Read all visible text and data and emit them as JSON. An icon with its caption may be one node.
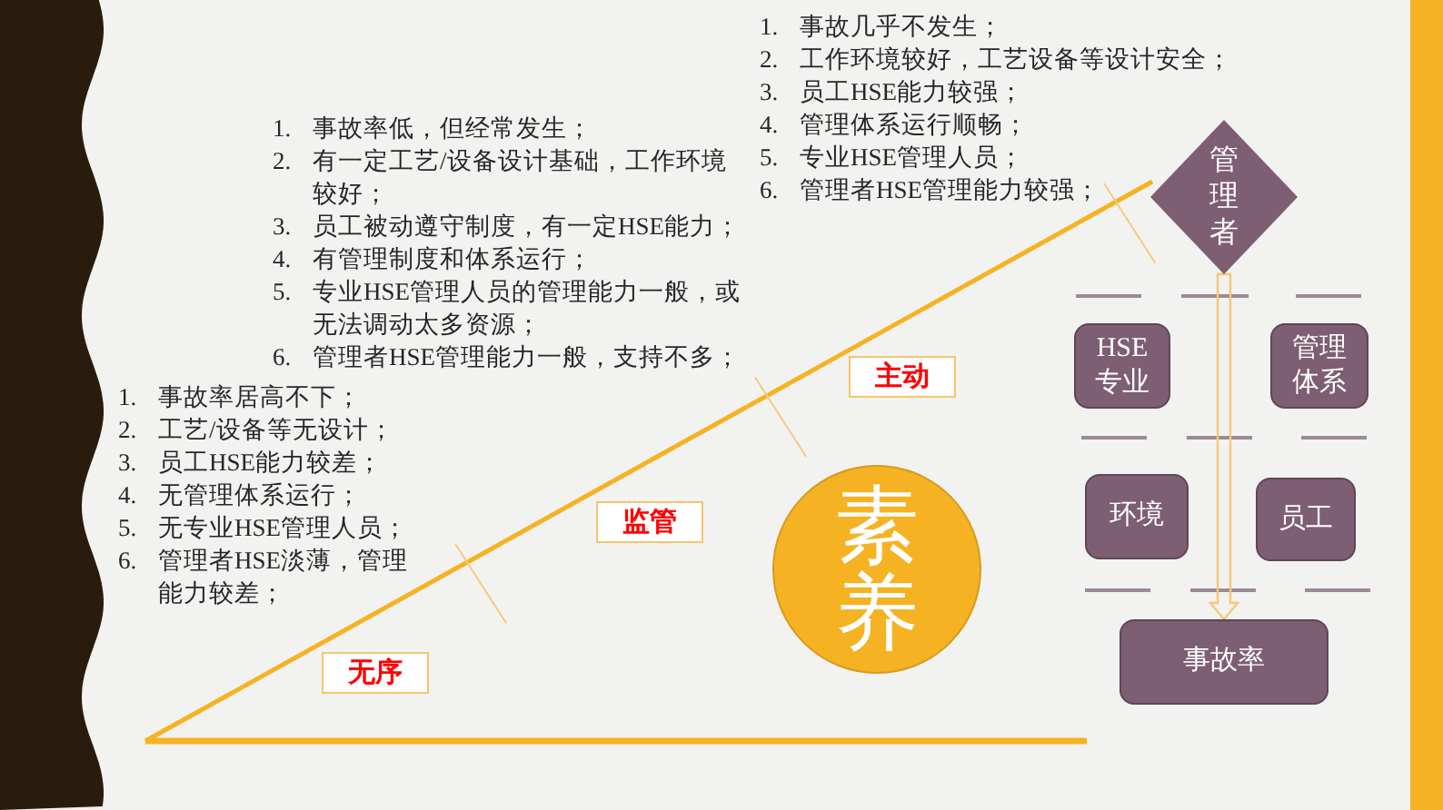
{
  "diagram": {
    "nodes": [
      {
        "text": [
          "主动"
        ]
      },
      {
        "text": [
          "监管"
        ]
      },
      {
        "text": [
          "无序"
        ]
      },
      {
        "text": [
          "素养"
        ]
      },
      {
        "text": [
          "管理者"
        ]
      },
      {
        "text": [
          "HSE专业"
        ]
      },
      {
        "text": [
          "管理体系"
        ]
      },
      {
        "text": [
          "环境"
        ]
      },
      {
        "text": [
          "员工"
        ]
      },
      {
        "text": [
          "事故率"
        ]
      }
    ],
    "edges": [
      {
        "from": 4,
        "to": 9,
        "arrow": "to"
      }
    ],
    "labels": [
      "1. 事故几乎不发生；",
      "2. 工作环境较好，工艺设备等设计安全；",
      "3. 员工HSE能力较强；",
      "4. 管理体系运行顺畅；",
      "5. 专业HSE管理人员；",
      "6. 管理者HSE管理能力较强；",
      "1. 事故率低，但经常发生；",
      "2. 有一定工艺/设备设计基础，工作环境较好；",
      "3. 员工被动遵守制度，有一定HSE能力；",
      "4. 有管理制度和体系运行；",
      "5. 专业HSE管理人员的管理能力一般，或无法调动太多资源；",
      "6. 管理者HSE管理能力一般，支持不多；",
      "1. 事故率居高不下；",
      "2. 工艺/设备等无设计；",
      "3. 员工HSE能力较差；",
      "4. 无管理体系运行；",
      "5. 无专业HSE管理人员；",
      "6. 管理者HSE淡薄，管理能力较差；"
    ]
  }
}
